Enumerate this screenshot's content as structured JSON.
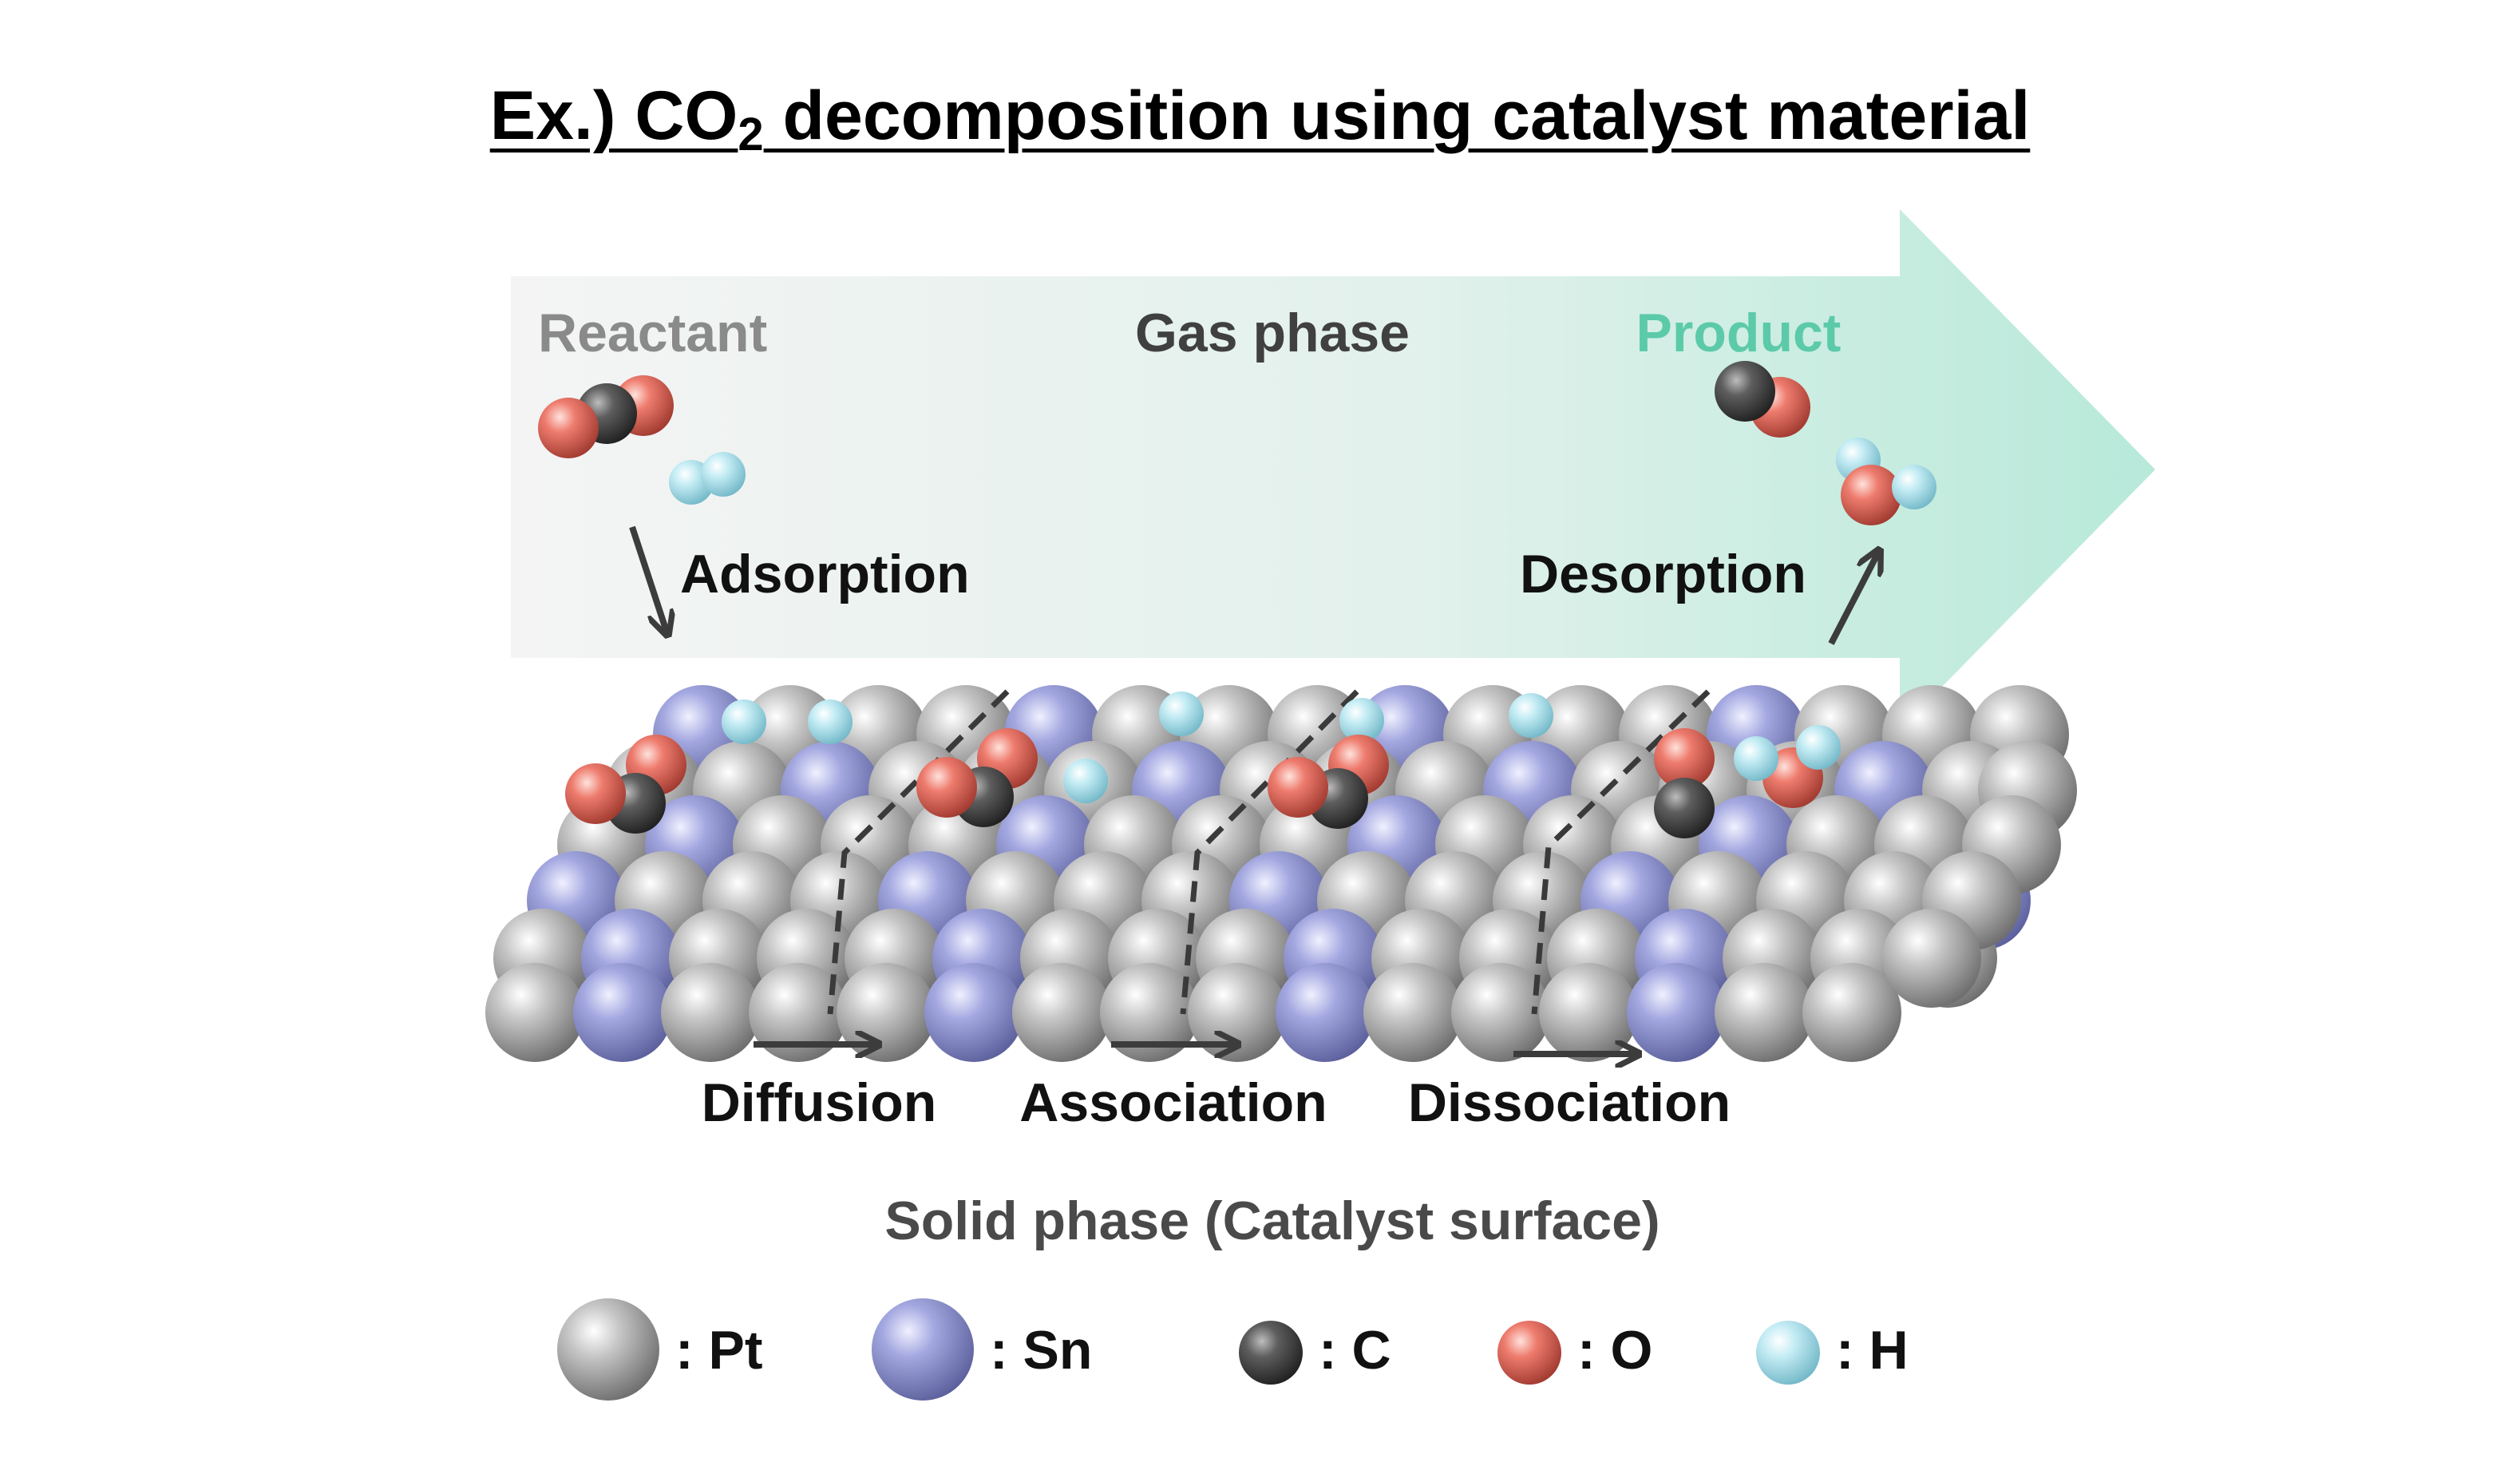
{
  "title": {
    "before": "Ex.) CO",
    "subscript": "2",
    "after": " decomposition using catalyst material"
  },
  "gas_phase": {
    "reactant_label": "Reactant",
    "gas_phase_label": "Gas phase",
    "product_label": "Product",
    "adsorption_label": "Adsorption",
    "desorption_label": "Desorption"
  },
  "surface_steps": {
    "diffusion_label": "Diffusion",
    "association_label": "Association",
    "dissociation_label": "Dissociation"
  },
  "solid_phase_label": "Solid phase (Catalyst surface)",
  "legend": [
    {
      "atom": "Pt",
      "label": ": Pt",
      "color": "#9b9b9b"
    },
    {
      "atom": "Sn",
      "label": ": Sn",
      "color": "#8f94cf"
    },
    {
      "atom": "C",
      "label": ": C",
      "color": "#4f4f4f"
    },
    {
      "atom": "O",
      "label": ": O",
      "color": "#e66f62"
    },
    {
      "atom": "H",
      "label": ": H",
      "color": "#b6e6ef"
    }
  ],
  "colors": {
    "product_text": "#5ccaa8",
    "reactant_text": "#8a8a8a",
    "gas_phase_text": "#404040",
    "solid_phase_text": "#4a4a4a",
    "arrow_start": "#f2f2f2",
    "arrow_end": "#b9eadb"
  }
}
